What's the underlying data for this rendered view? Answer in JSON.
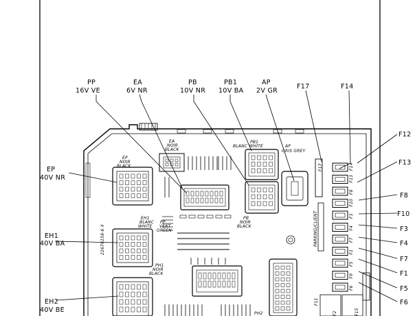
{
  "callouts_top": [
    {
      "id": "pp",
      "l1": "PP",
      "l2": "16V VE"
    },
    {
      "id": "ea",
      "l1": "EA",
      "l2": "6V NR"
    },
    {
      "id": "pb",
      "l1": "PB",
      "l2": "10V NR"
    },
    {
      "id": "pb1",
      "l1": "PB1",
      "l2": "10V BA"
    },
    {
      "id": "ap",
      "l1": "AP",
      "l2": "2V GR"
    },
    {
      "id": "f17",
      "l1": "F17"
    },
    {
      "id": "f14",
      "l1": "F14"
    }
  ],
  "callouts_left": [
    {
      "id": "ep",
      "l1": "EP",
      "l2": "40V NR"
    },
    {
      "id": "eh1",
      "l1": "EH1",
      "l2": "40V BA"
    },
    {
      "id": "eh2",
      "l1": "EH2",
      "l2": "40V BE"
    }
  ],
  "callouts_right": [
    "F12",
    "F13",
    "F8",
    "F10",
    "F3",
    "F4",
    "F7",
    "F1",
    "F5",
    "F6"
  ],
  "connector_labels": {
    "ea": [
      "EA",
      "NOIR",
      "BLACK"
    ],
    "pb1": [
      "PB1",
      "BLANC WHITE"
    ],
    "ap": [
      "AP",
      "GRIS GREY"
    ],
    "ep": [
      "EP",
      "NOIR",
      "BLACK"
    ],
    "eh1": [
      "EH1",
      "BLANC",
      "WHITE"
    ],
    "pp": [
      "PP",
      "VERT",
      "GREEN"
    ],
    "pb": [
      "PB",
      "NOIR",
      "BLACK"
    ],
    "ph1": [
      "PH1",
      "NOIR",
      "BLACK"
    ],
    "ph2": "PH2"
  },
  "board_texts": {
    "part_number": "21676158-6 X",
    "parking": "PARKING/CLIENT",
    "f17_slot": "F17",
    "f11_slot": "F11",
    "fuse_slots": [
      "F14",
      "F13",
      "F8",
      "F10",
      "F3",
      "F4",
      "F7",
      "F1",
      "F5",
      "F9",
      "F6"
    ],
    "bottom_slots": [
      "F2",
      "F15"
    ]
  }
}
